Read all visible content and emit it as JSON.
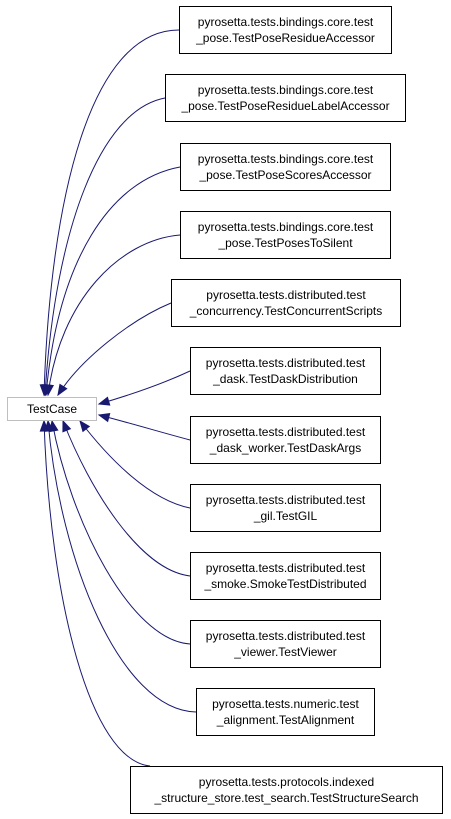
{
  "diagram": {
    "base_class": "TestCase",
    "derived_classes": [
      {
        "line1": "pyrosetta.tests.bindings.core.test",
        "line2": "_pose.TestPoseResidueAccessor"
      },
      {
        "line1": "pyrosetta.tests.bindings.core.test",
        "line2": "_pose.TestPoseResidueLabelAccessor"
      },
      {
        "line1": "pyrosetta.tests.bindings.core.test",
        "line2": "_pose.TestPoseScoresAccessor"
      },
      {
        "line1": "pyrosetta.tests.bindings.core.test",
        "line2": "_pose.TestPosesToSilent"
      },
      {
        "line1": "pyrosetta.tests.distributed.test",
        "line2": "_concurrency.TestConcurrentScripts"
      },
      {
        "line1": "pyrosetta.tests.distributed.test",
        "line2": "_dask.TestDaskDistribution"
      },
      {
        "line1": "pyrosetta.tests.distributed.test",
        "line2": "_dask_worker.TestDaskArgs"
      },
      {
        "line1": "pyrosetta.tests.distributed.test",
        "line2": "_gil.TestGIL"
      },
      {
        "line1": "pyrosetta.tests.distributed.test",
        "line2": "_smoke.SmokeTestDistributed"
      },
      {
        "line1": "pyrosetta.tests.distributed.test",
        "line2": "_viewer.TestViewer"
      },
      {
        "line1": "pyrosetta.tests.numeric.test",
        "line2": "_alignment.TestAlignment"
      },
      {
        "line1": "pyrosetta.tests.protocols.indexed",
        "line2": "_structure_store.test_search.TestStructureSearch"
      }
    ],
    "edge_color": "#191970",
    "root_border_color": "#bfbfbf"
  }
}
